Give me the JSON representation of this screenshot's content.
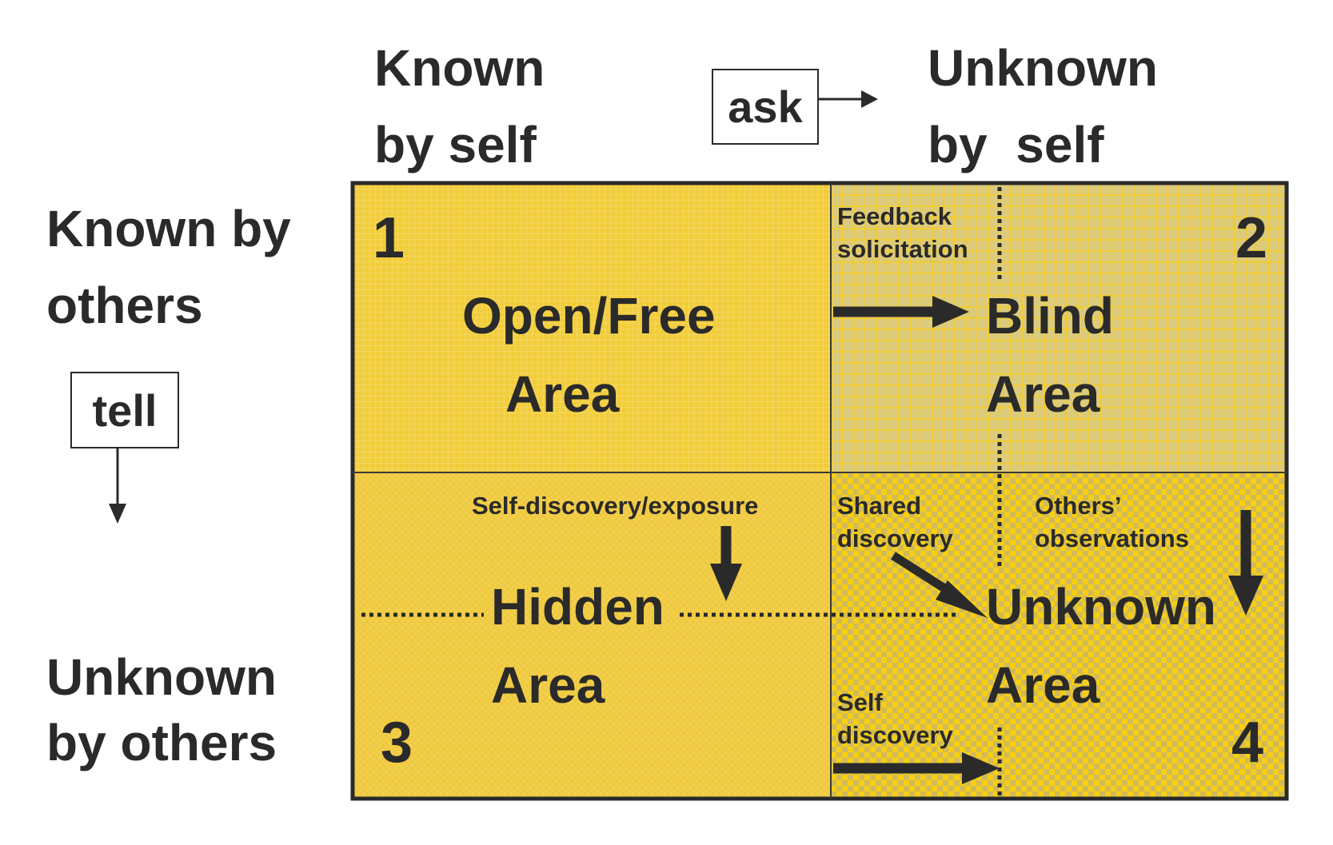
{
  "header": {
    "known_by_self": [
      "Known",
      "by self"
    ],
    "unknown_by_self": [
      "Unknown",
      "by  self"
    ],
    "ask_label": "ask"
  },
  "side": {
    "known_by_others": [
      "Known by",
      "others"
    ],
    "unknown_by_others": [
      "Unknown",
      "by others"
    ],
    "tell_label": "tell"
  },
  "quadrants": [
    {
      "number": "1",
      "title": "Open/Free",
      "subtitle": "Area"
    },
    {
      "number": "2",
      "title": "Blind",
      "subtitle": "Area"
    },
    {
      "number": "3",
      "title": "Hidden",
      "subtitle": "Area"
    },
    {
      "number": "4",
      "title": "Unknown",
      "subtitle": "Area"
    }
  ],
  "annotations": {
    "feedback_solicitation": [
      "Feedback",
      "solicitation"
    ],
    "self_discovery_exposure": "Self-discovery/exposure",
    "shared_discovery": [
      "Shared",
      "discovery"
    ],
    "others_observations": [
      "Others’",
      "observations"
    ],
    "self_discovery": [
      "Self",
      "discovery"
    ]
  },
  "colors": {
    "open": "#f2cd3b",
    "blind": "#dccb7c",
    "hidden": "#efc93c",
    "unknown": "#f7cf10",
    "ink": "#2a2a2a"
  }
}
